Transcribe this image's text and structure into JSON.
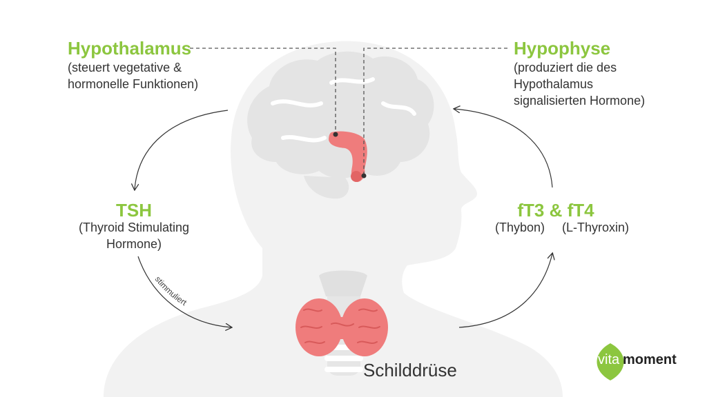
{
  "colors": {
    "accent": "#8cc63f",
    "organ": "#ef7c7c",
    "organ_dark": "#e26565",
    "silhouette": "#f2f2f2",
    "brain": "#e4e4e4",
    "text": "#333333"
  },
  "hypothalamus": {
    "title": "Hypothalamus",
    "description": "(steuert vegetative &\nhormonelle Funktionen)"
  },
  "hypophyse": {
    "title": "Hypophyse",
    "description": "(produziert die des\nHypothalamus\nsignalisierten Hormone)"
  },
  "tsh": {
    "title": "TSH",
    "description": "(Thyroid Stimulating\nHormone)"
  },
  "ft": {
    "title": "fT3 & fT4",
    "sub_left": "(Thybon)",
    "sub_right": "(L-Thyroxin)"
  },
  "arrow_label": "stimmuliert",
  "schilddruese": "Schilddrüse",
  "logo": {
    "part1": "vita",
    "part2": "moment"
  }
}
